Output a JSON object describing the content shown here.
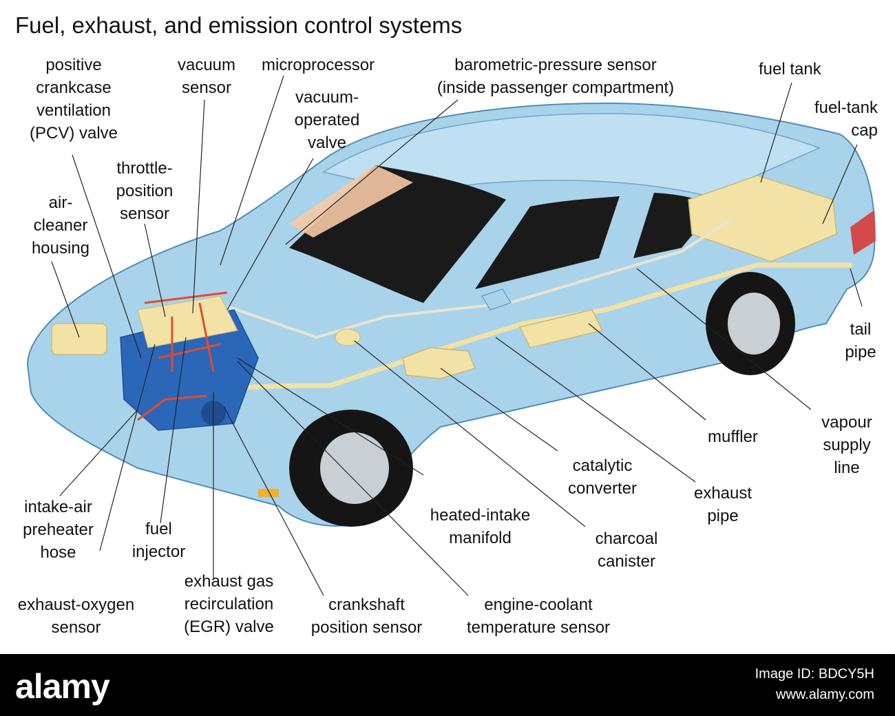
{
  "title": "Fuel, exhaust, and emission control systems",
  "labels": {
    "pcv_valve": [
      "positive",
      "crankcase",
      "ventilation",
      "(PCV) valve"
    ],
    "vacuum_sensor": [
      "vacuum",
      "sensor"
    ],
    "microprocessor": [
      "microprocessor"
    ],
    "barometric_sensor": [
      "barometric-pressure sensor",
      "(inside passenger compartment)"
    ],
    "fuel_tank": [
      "fuel tank"
    ],
    "fuel_tank_cap": [
      "fuel-tank",
      "cap"
    ],
    "vacuum_valve": [
      "vacuum-",
      "operated",
      "valve"
    ],
    "throttle_sensor": [
      "throttle-",
      "position",
      "sensor"
    ],
    "air_cleaner": [
      "air-",
      "cleaner",
      "housing"
    ],
    "tail_pipe": [
      "tail",
      "pipe"
    ],
    "vapour_line": [
      "vapour",
      "supply",
      "line"
    ],
    "muffler": [
      "muffler"
    ],
    "catalytic_converter": [
      "catalytic",
      "converter"
    ],
    "exhaust_pipe": [
      "exhaust",
      "pipe"
    ],
    "heated_manifold": [
      "heated-intake",
      "manifold"
    ],
    "charcoal_canister": [
      "charcoal",
      "canister"
    ],
    "intake_hose": [
      "intake-air",
      "preheater",
      "hose"
    ],
    "fuel_injector": [
      "fuel",
      "injector"
    ],
    "egr_valve": [
      "exhaust gas",
      "recirculation",
      "(EGR) valve"
    ],
    "crankshaft_sensor": [
      "crankshaft",
      "position sensor"
    ],
    "coolant_sensor": [
      "engine-coolant",
      "temperature sensor"
    ],
    "oxygen_sensor": [
      "exhaust-oxygen",
      "sensor"
    ]
  },
  "footer": {
    "logo": "alamy",
    "image_id": "Image ID: BDCY5H",
    "site": "www.alamy.com"
  },
  "colors": {
    "car_body": "#a9d3ea",
    "car_outline": "#4f8db4",
    "glass": "#1a1a1a",
    "fuel_line": "#f2e2a6",
    "vacuum_line": "#e24a2e",
    "engine_block": "#2a67b8",
    "tire": "#151515",
    "rim": "#c9cfd3"
  }
}
